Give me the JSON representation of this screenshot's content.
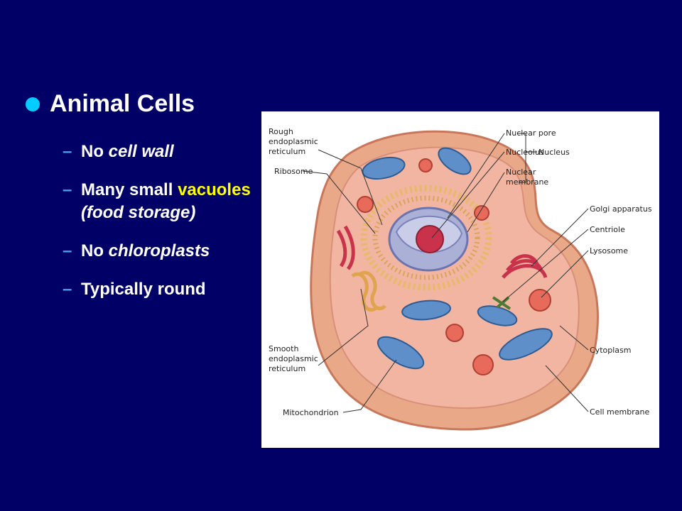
{
  "slide": {
    "heading": "Animal Cells",
    "items": [
      {
        "prefix": "No ",
        "emph": "cell wall"
      },
      {
        "prefix": "Many small ",
        "highlight": "vacuoles",
        "mid": " ",
        "emph": "(food storage)"
      },
      {
        "prefix": "No ",
        "emph": "chloroplasts"
      },
      {
        "prefix": "Typically round"
      }
    ]
  },
  "diagram": {
    "labels": {
      "rough_er_1": "Rough",
      "rough_er_2": "endoplasmic",
      "rough_er_3": "reticulum",
      "ribosome": "Ribosome",
      "smooth_er_1": "Smooth",
      "smooth_er_2": "endoplasmic",
      "smooth_er_3": "reticulum",
      "mitochondrion": "Mitochondrion",
      "nuclear_pore": "Nuclear pore",
      "nucleolus": "Nucleolus",
      "nuclear_membrane_1": "Nuclear",
      "nuclear_membrane_2": "membrane",
      "nucleus": "Nucleus",
      "golgi": "Golgi apparatus",
      "centriole": "Centriole",
      "lysosome": "Lysosome",
      "cytoplasm": "Cytoplasm",
      "cell_membrane": "Cell membrane"
    }
  },
  "colors": {
    "background": "#000066",
    "bullet": "#00ccff",
    "dash": "#4d9cf0",
    "highlight": "#ffff00"
  }
}
